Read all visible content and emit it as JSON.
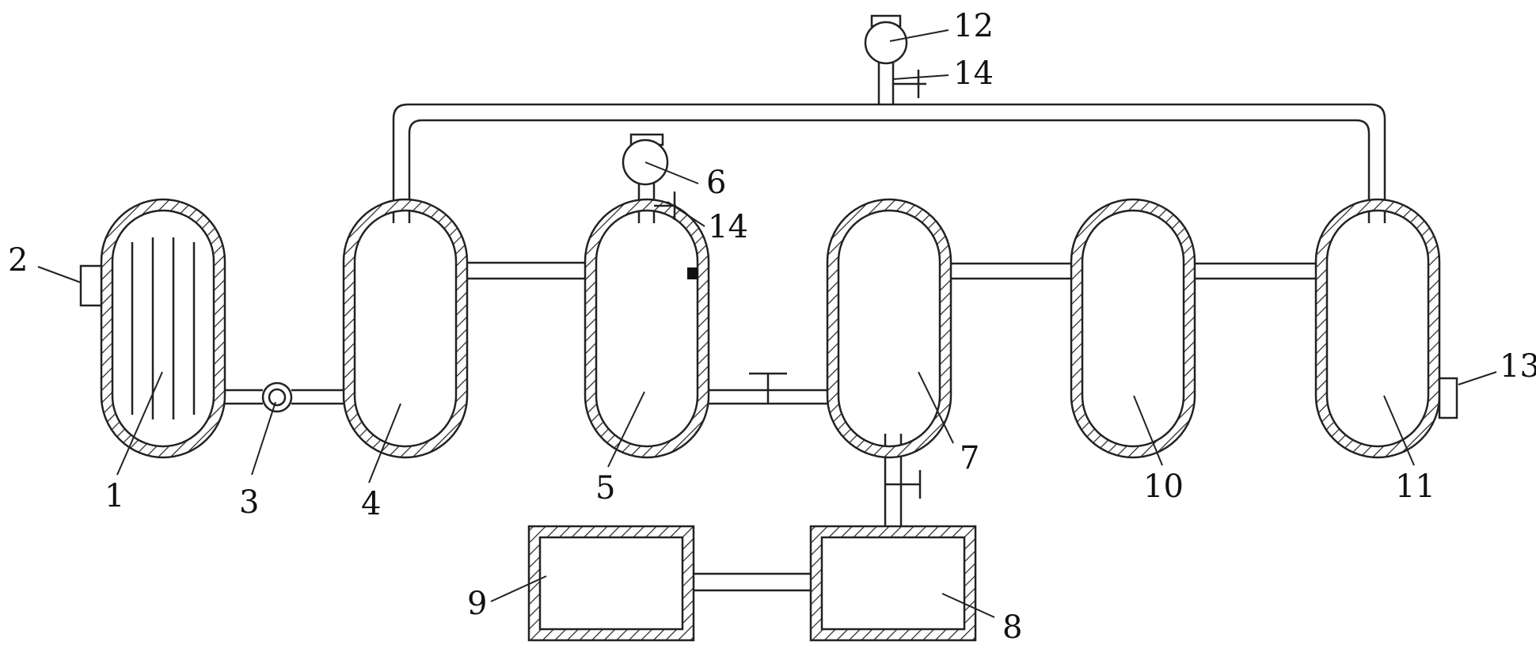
{
  "diagram": {
    "labels": {
      "l1": "1",
      "l2": "2",
      "l3": "3",
      "l4": "4",
      "l5": "5",
      "l6": "6",
      "l7": "7",
      "l8": "8",
      "l9": "9",
      "l10": "10",
      "l11": "11",
      "l12": "12",
      "l13": "13",
      "l14a": "14",
      "l14b": "14"
    }
  }
}
